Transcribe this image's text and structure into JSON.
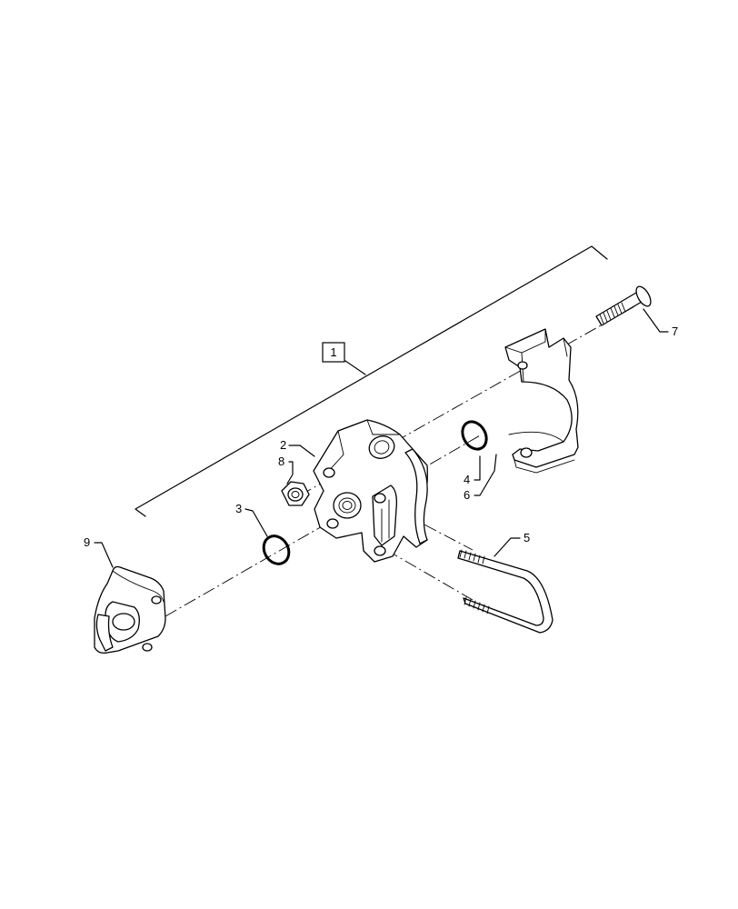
{
  "callouts": {
    "assembly": "1",
    "p2": "2",
    "p3": "3",
    "p4": "4",
    "p5": "5",
    "p6": "6",
    "p7": "7",
    "p8": "8",
    "p9": "9"
  }
}
